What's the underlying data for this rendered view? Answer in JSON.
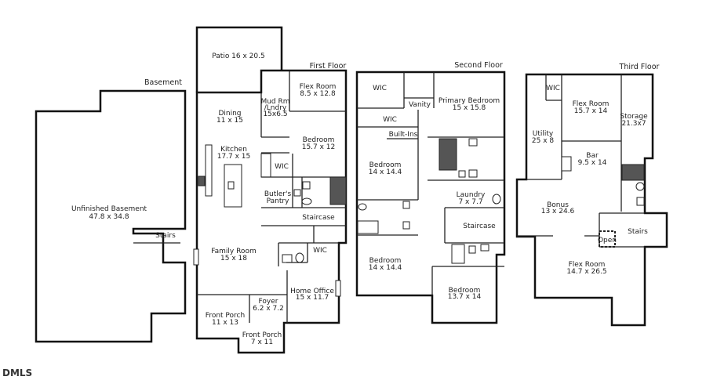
{
  "floors": {
    "basement": {
      "title": "Basement",
      "rooms": [
        {
          "name": "Unfinished Basement",
          "dims": "47.8 x 34.8"
        },
        {
          "name": "Stairs",
          "dims": ""
        }
      ]
    },
    "first": {
      "title": "First Floor",
      "rooms": [
        {
          "name": "Patio 16 x 20.5",
          "dims": ""
        },
        {
          "name": "Flex Room",
          "dims": "8.5 x 12.8"
        },
        {
          "name": "Mud Rm",
          "dims": "/Lndry"
        },
        {
          "name": "15x6.5",
          "dims": ""
        },
        {
          "name": "Dining",
          "dims": "11 x 15"
        },
        {
          "name": "Bedroom",
          "dims": "15.7 x 12"
        },
        {
          "name": "Kitchen",
          "dims": "17.7 x 15"
        },
        {
          "name": "WIC",
          "dims": ""
        },
        {
          "name": "Butler's",
          "dims": "Pantry"
        },
        {
          "name": "Staircase",
          "dims": ""
        },
        {
          "name": "Family Room",
          "dims": "15 x 18"
        },
        {
          "name": "WIC",
          "dims": ""
        },
        {
          "name": "Home Office",
          "dims": "15 x 11.7"
        },
        {
          "name": "Foyer",
          "dims": "6.2 x 7.2"
        },
        {
          "name": "Front Porch",
          "dims": "11 x 13"
        },
        {
          "name": "Front Porch",
          "dims": "7 x 11"
        }
      ]
    },
    "second": {
      "title": "Second Floor",
      "rooms": [
        {
          "name": "WIC",
          "dims": ""
        },
        {
          "name": "Vanity",
          "dims": ""
        },
        {
          "name": "Primary Bedroom",
          "dims": "15 x 15.8"
        },
        {
          "name": "WIC",
          "dims": ""
        },
        {
          "name": "Built-Ins",
          "dims": ""
        },
        {
          "name": "Bedroom",
          "dims": "14 x 14.4"
        },
        {
          "name": "Laundry",
          "dims": "7 x 7.7"
        },
        {
          "name": "Staircase",
          "dims": ""
        },
        {
          "name": "Bedroom",
          "dims": "14 x 14.4"
        },
        {
          "name": "Bedroom",
          "dims": "13.7 x 14"
        }
      ]
    },
    "third": {
      "title": "Third Floor",
      "rooms": [
        {
          "name": "WIC",
          "dims": ""
        },
        {
          "name": "Flex Room",
          "dims": "15.7 x 14"
        },
        {
          "name": "Storage",
          "dims": "21.3x7"
        },
        {
          "name": "Utility",
          "dims": "25 x 8"
        },
        {
          "name": "Bar",
          "dims": "9.5 x 14"
        },
        {
          "name": "Bonus",
          "dims": "13 x 24.6"
        },
        {
          "name": "Stairs",
          "dims": ""
        },
        {
          "name": "Open",
          "dims": ""
        },
        {
          "name": "Flex Room",
          "dims": "14.7 x 26.5"
        }
      ]
    }
  },
  "logo": "DMLS"
}
